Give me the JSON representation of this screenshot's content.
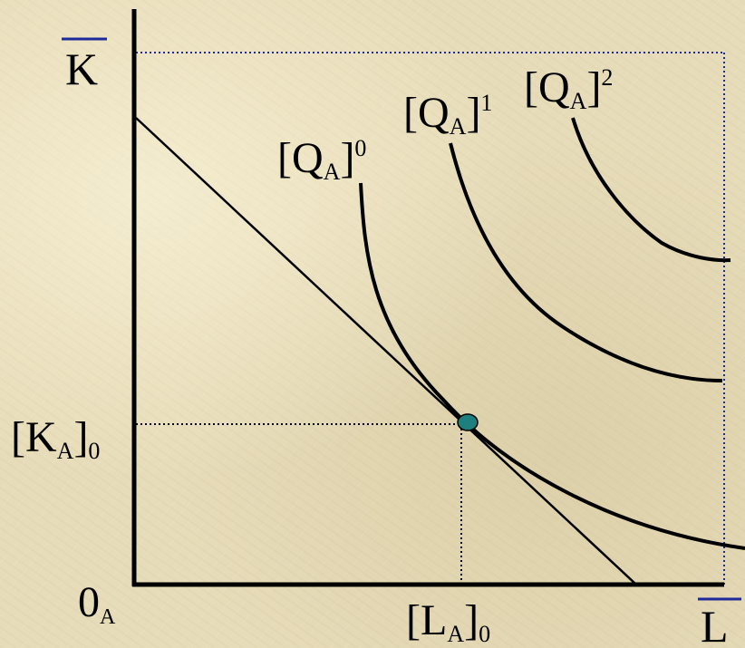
{
  "axes": {
    "origin_label": {
      "main": "0",
      "sub": "A"
    },
    "k_max_label": "K",
    "l_max_label": "L",
    "k0_label": {
      "open": "[K",
      "sub": "A",
      "close": "]",
      "subscript": "0"
    },
    "l0_label": {
      "open": "[L",
      "sub": "A",
      "close": "]",
      "subscript": "0"
    }
  },
  "isoquants": [
    {
      "open": "[Q",
      "sub": "A",
      "close": "]",
      "sup": "0"
    },
    {
      "open": "[Q",
      "sub": "A",
      "close": "]",
      "sup": "1"
    },
    {
      "open": "[Q",
      "sub": "A",
      "close": "]",
      "sup": "2"
    }
  ],
  "colors": {
    "background": "#e7dcb9",
    "line": "#000000",
    "boundary_dotted": "#1f2a9a",
    "overline": "#1f2a9a",
    "tangency_point": "#1e7f7f"
  }
}
